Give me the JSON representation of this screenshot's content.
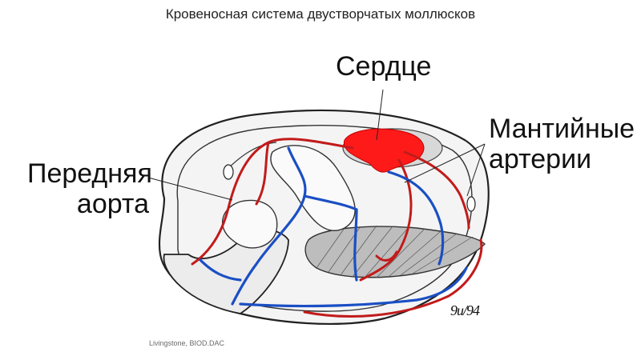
{
  "title": "Кровеносная система двустворчатых моллюсков",
  "labels": {
    "heart": "Сердце",
    "mantle_arteries_line1": "Мантийные",
    "mantle_arteries_line2": "артерии",
    "anterior_aorta_line1": "Передняя",
    "anterior_aorta_line2": "аорта"
  },
  "credit": "Livingstone, BIOD.DAC",
  "signature": "9u/94",
  "colors": {
    "artery": "#c21b1b",
    "vein": "#1a4fc4",
    "heart": "#ff1a1a",
    "outline": "#222222",
    "label_text": "#111111"
  }
}
